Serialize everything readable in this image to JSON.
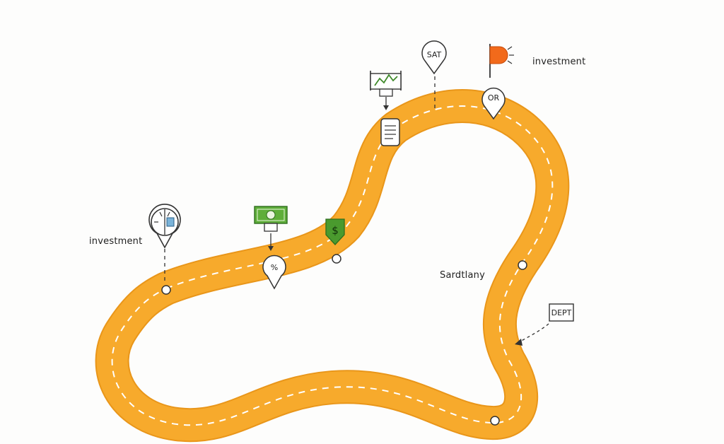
{
  "colors": {
    "road": "#f7aa2c",
    "road_edge": "#e9961a",
    "lane": "#ffffff",
    "ink": "#222222",
    "money_green": "#4a9a2e",
    "flag_orange": "#f26a1b"
  },
  "labels": {
    "investment_left": "investment",
    "investment_right": "investment",
    "middle_note": "Sardtlany",
    "sat_pin": "SAT",
    "or_pin": "OR",
    "percent_pin": "%",
    "dollar_pin": "$",
    "dept_box": "DEPT"
  },
  "icons": [
    "clock-icon",
    "cash-icon",
    "dollar-shield-icon",
    "chart-board-icon",
    "document-icon",
    "flag-icon"
  ]
}
